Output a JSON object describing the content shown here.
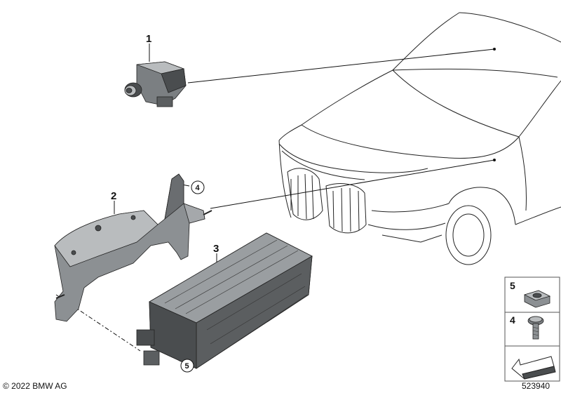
{
  "callouts": {
    "c1": "1",
    "c2": "2",
    "c3": "3",
    "c4": "4",
    "c5": "5"
  },
  "legend": {
    "row_top": "5",
    "row_bottom": "4"
  },
  "footer": {
    "copyright": "© 2022 BMW AG",
    "diagram_id": "523940"
  },
  "colors": {
    "part_dark": "#4a4d4f",
    "part_mid": "#7b7f82",
    "part_light": "#b9bcbe",
    "outline": "#222222",
    "legend_box": "#555555"
  }
}
